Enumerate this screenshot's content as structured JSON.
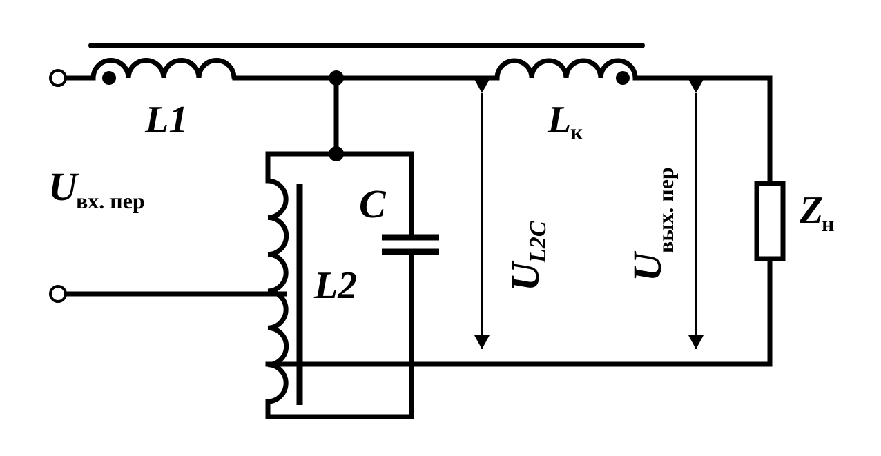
{
  "labels": {
    "l1": "L1",
    "l2": "L2",
    "lk_main": "L",
    "lk_sub": "к",
    "c": "C",
    "uin_main": "U",
    "uin_sub": "вх. пер",
    "ul2c_main": "U",
    "ul2c_sub": "L2C",
    "uout_main": "U",
    "uout_sub": "вых. пер",
    "zn_main": "Z",
    "zn_sub": "н"
  },
  "colors": {
    "stroke": "#000000",
    "background": "#ffffff"
  }
}
